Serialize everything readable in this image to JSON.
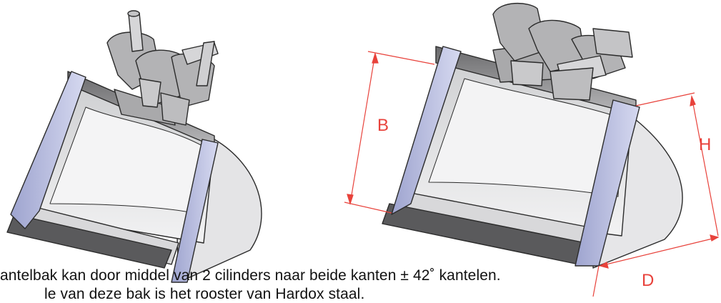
{
  "document": {
    "caption_line_1": "antelbak kan door middel van 2 cilinders naar beide kanten ± 42˚ kantelen.",
    "caption_line_2": "le van deze bak is het rooster van Hardox staal."
  },
  "dimensions": {
    "labels": [
      "B",
      "H",
      "D"
    ]
  },
  "colors": {
    "dimension_lines": "#e8423b",
    "side_plates": "#b9bfe0",
    "bucket_interior": "#e9e9ea",
    "steel": "#a9a9ab",
    "outline": "#2b2b2b"
  }
}
